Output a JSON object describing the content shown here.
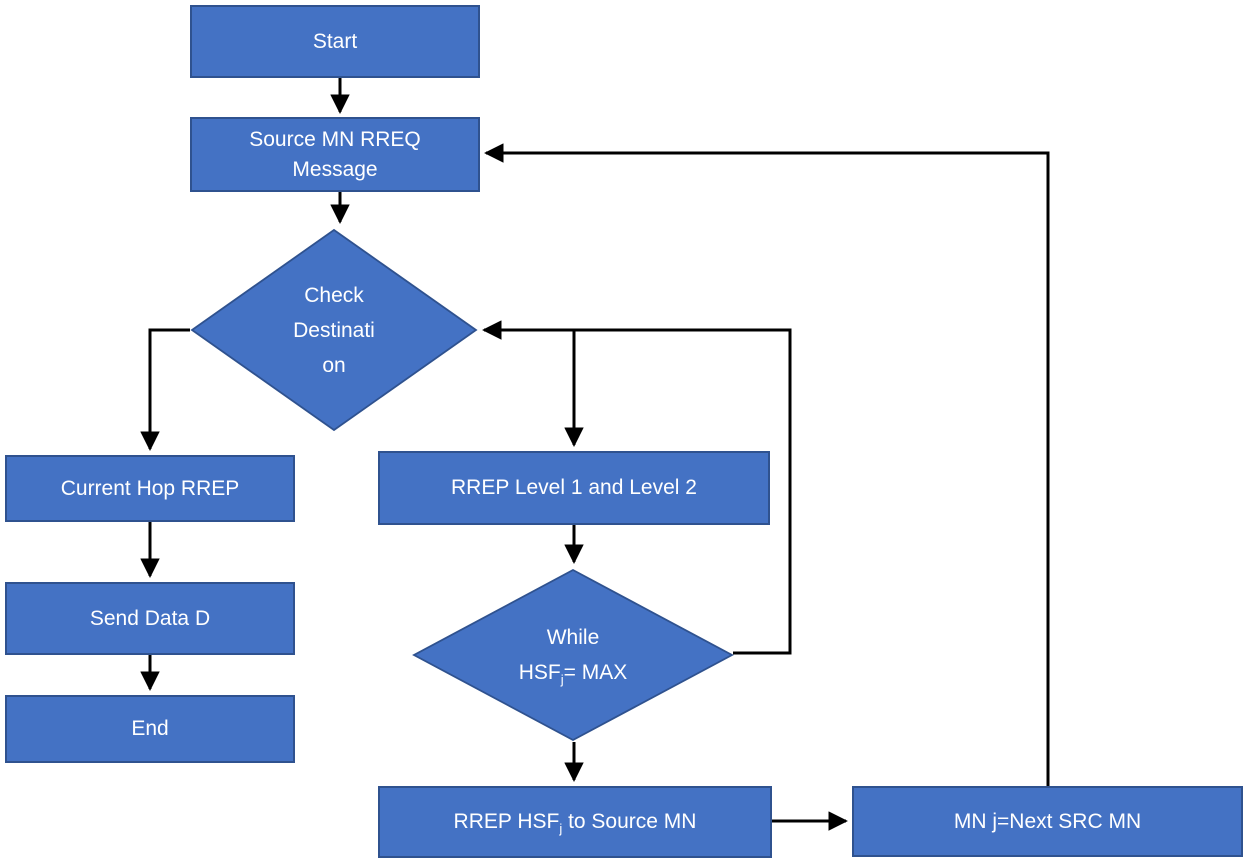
{
  "diagram": {
    "type": "flowchart",
    "colors": {
      "node_fill": "#4472C4",
      "node_border": "#2F528F",
      "node_text": "#FFFFFF",
      "connector": "#000000",
      "background": "#FFFFFF"
    },
    "nodes": {
      "start": {
        "shape": "rectangle",
        "label": "Start"
      },
      "source_rreq": {
        "shape": "rectangle",
        "lines": [
          "Source MN RREQ",
          "Message"
        ]
      },
      "check_destination": {
        "shape": "diamond",
        "lines": [
          "Check",
          "Destinati",
          "on"
        ]
      },
      "current_hop_rrep": {
        "shape": "rectangle",
        "label": "Current Hop RREP"
      },
      "send_data": {
        "shape": "rectangle",
        "label": "Send Data D"
      },
      "end": {
        "shape": "rectangle",
        "label": "End"
      },
      "rrep_levels": {
        "shape": "rectangle",
        "label": "RREP Level 1 and Level 2"
      },
      "while_hsf": {
        "shape": "diamond",
        "line1": "While",
        "line2": {
          "pre": "HSF",
          "sub": "j",
          "post": "= MAX"
        }
      },
      "rrep_hsf_source": {
        "shape": "rectangle",
        "label_parts": {
          "pre": "RREP HSF",
          "sub": "j",
          "post": " to Source MN"
        }
      },
      "mn_next": {
        "shape": "rectangle",
        "label": "MN j=Next SRC MN"
      }
    },
    "edges": [
      {
        "from": "start",
        "to": "source_rreq"
      },
      {
        "from": "source_rreq",
        "to": "check_destination"
      },
      {
        "from": "check_destination",
        "to": "current_hop_rrep"
      },
      {
        "from": "current_hop_rrep",
        "to": "send_data"
      },
      {
        "from": "send_data",
        "to": "end"
      },
      {
        "from": "check_destination",
        "to": "rrep_levels"
      },
      {
        "from": "rrep_levels",
        "to": "while_hsf"
      },
      {
        "from": "while_hsf",
        "to": "check_destination",
        "note": "loop back"
      },
      {
        "from": "while_hsf",
        "to": "rrep_hsf_source"
      },
      {
        "from": "rrep_hsf_source",
        "to": "mn_next"
      },
      {
        "from": "mn_next",
        "to": "source_rreq",
        "note": "loop back"
      }
    ]
  }
}
